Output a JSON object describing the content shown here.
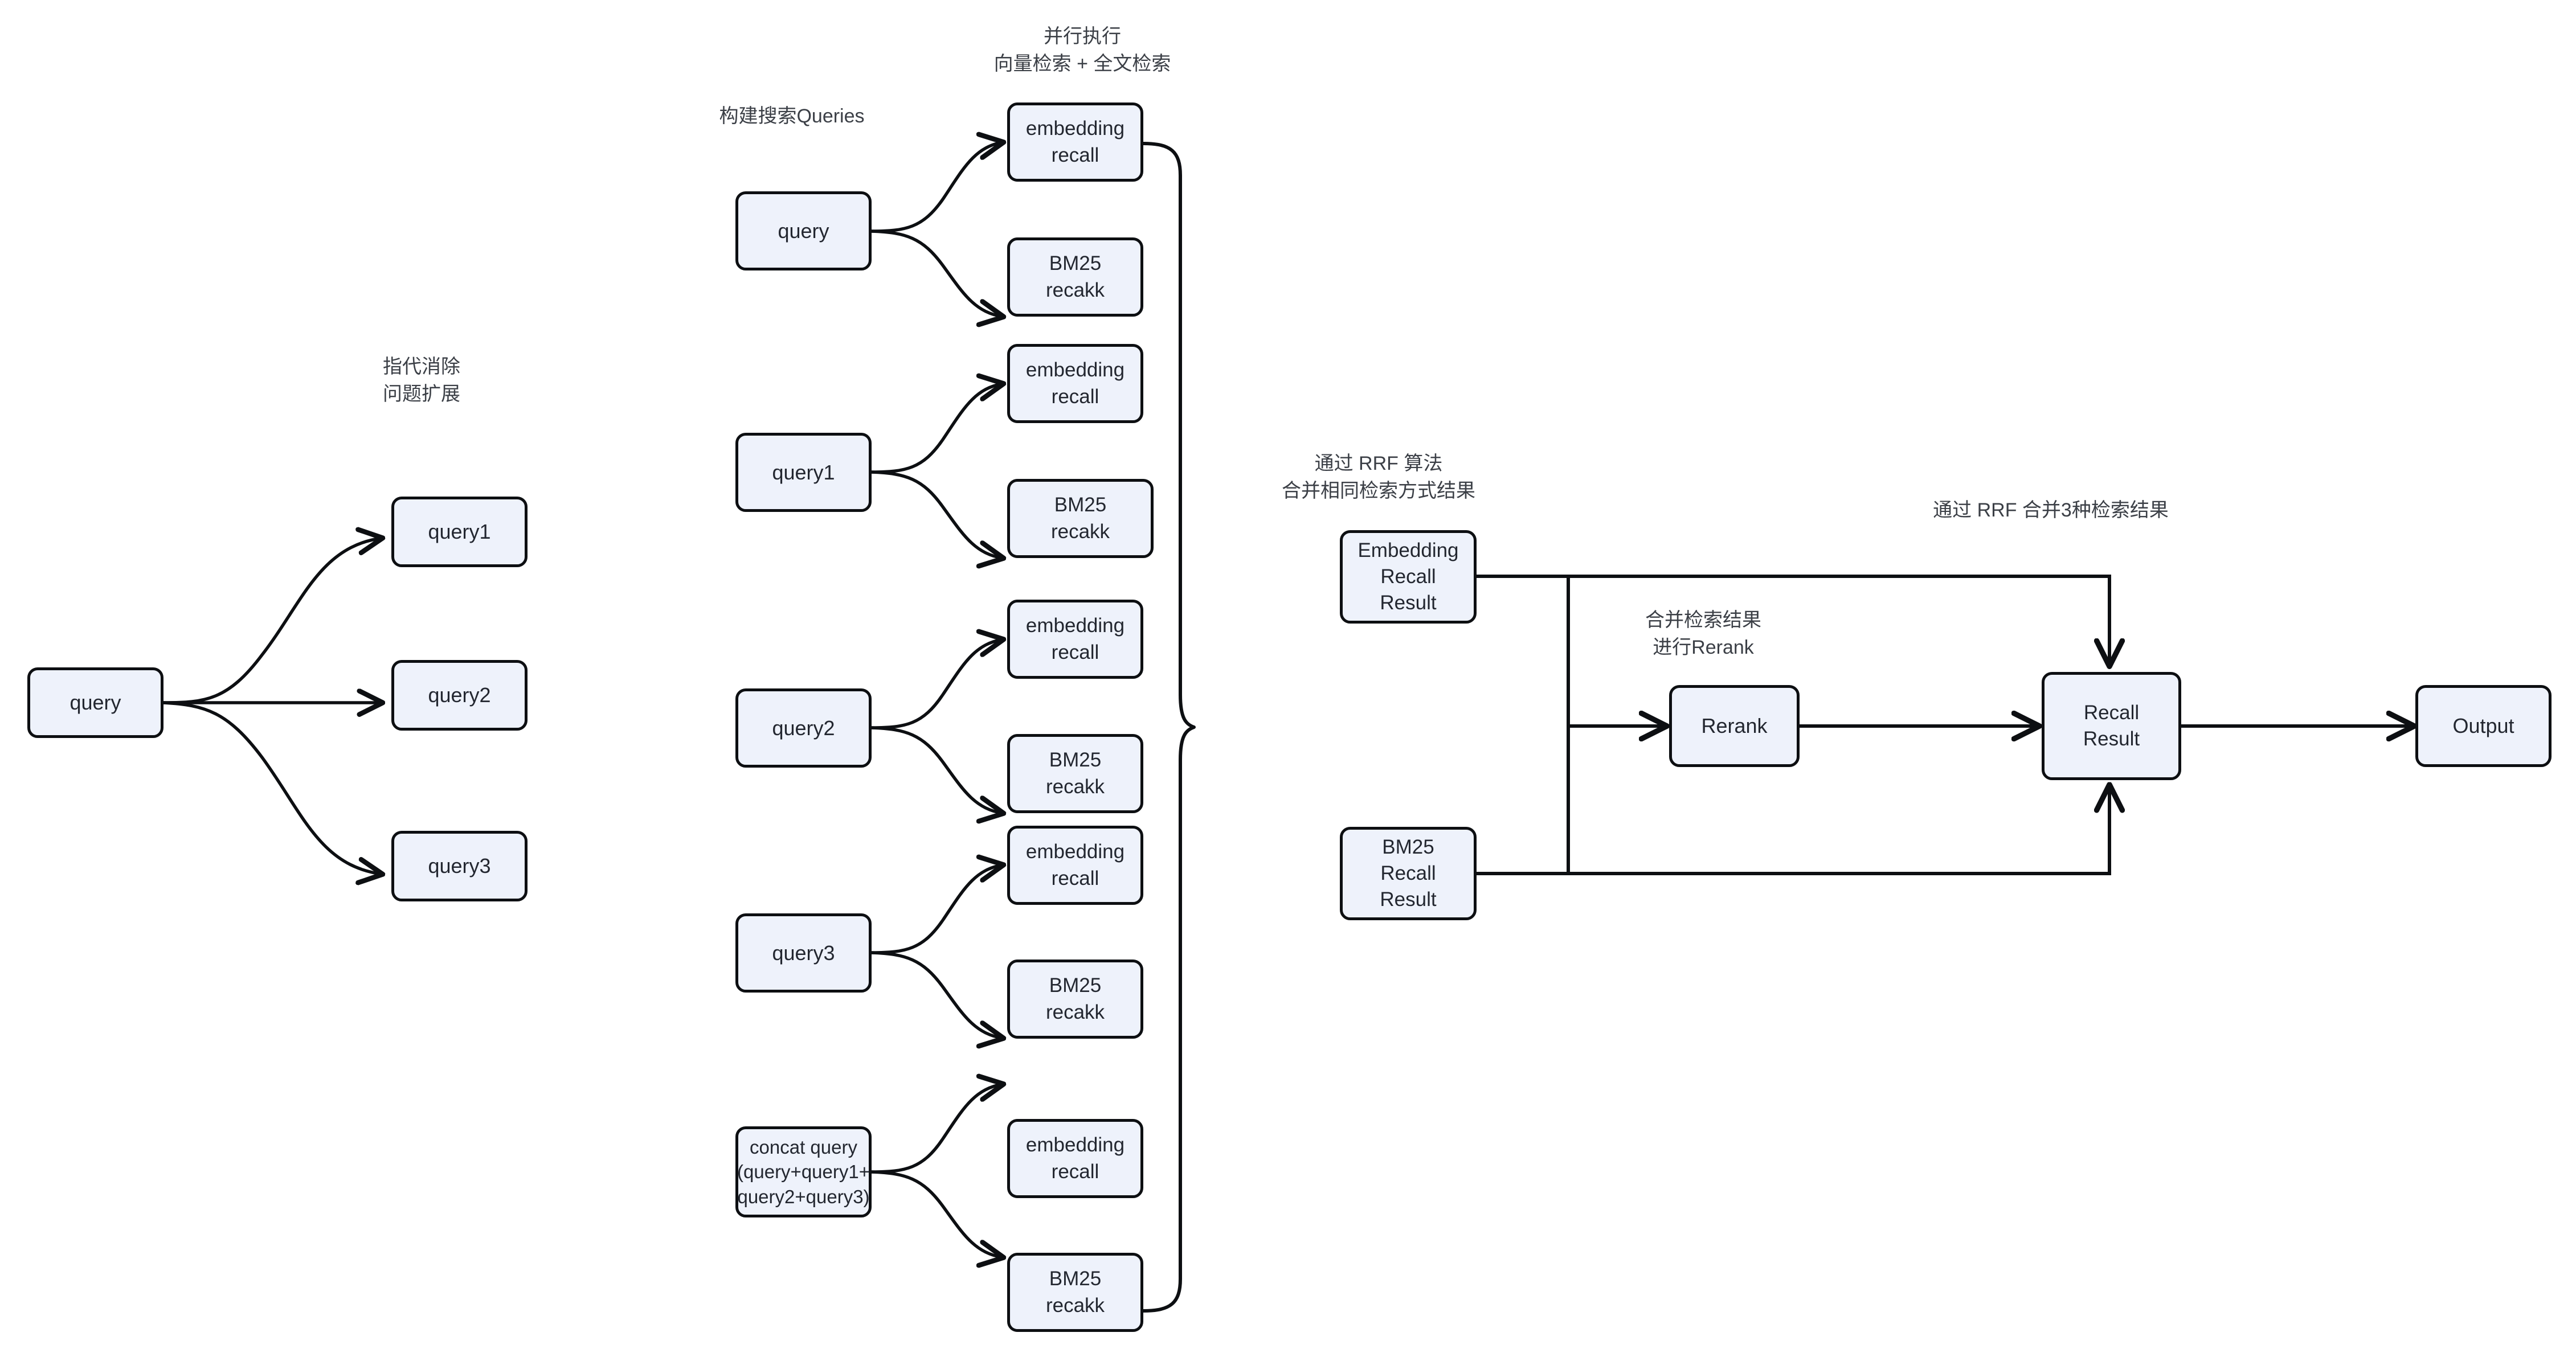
{
  "diagram": {
    "title": "RAG hybrid retrieval pipeline",
    "colors": {
      "node_fill": "#eef2fb",
      "node_stroke": "#0d0f12",
      "edge": "#0d0f12",
      "text": "#232730",
      "caption": "#3b3f46",
      "background": "#ffffff"
    },
    "captions": [
      {
        "id": "query-rewrite",
        "text": "指代消除\n问题扩展"
      },
      {
        "id": "build-queries",
        "text": "构建搜索Queries"
      },
      {
        "id": "parallel-exec",
        "text": "并行执行\n向量检索 + 全文检索"
      },
      {
        "id": "rrf-same-method",
        "text": "通过 RRF 算法\n合并相同检索方式结果"
      },
      {
        "id": "merge-rerank",
        "text": "合并检索结果\n进行Rerank"
      },
      {
        "id": "rrf-three-results",
        "text": "通过 RRF 合并3种检索结果"
      }
    ],
    "stage1": {
      "source": {
        "id": "s1-query",
        "label": "query"
      },
      "targets": [
        {
          "id": "s1-query1",
          "label": "query1"
        },
        {
          "id": "s1-query2",
          "label": "query2"
        },
        {
          "id": "s1-query3",
          "label": "query3"
        }
      ]
    },
    "stage2": {
      "groups": [
        {
          "id": "g-query",
          "source": {
            "id": "s2-query",
            "label": "query"
          },
          "targets": [
            {
              "id": "s2-query-emb",
              "label": "embedding\nrecall"
            },
            {
              "id": "s2-query-bm25",
              "label": "BM25\nrecakk"
            }
          ]
        },
        {
          "id": "g-query1",
          "source": {
            "id": "s2-query1",
            "label": "query1"
          },
          "targets": [
            {
              "id": "s2-query1-emb",
              "label": "embedding\nrecall"
            },
            {
              "id": "s2-query1-bm25",
              "label": "BM25\nrecakk"
            }
          ]
        },
        {
          "id": "g-query2",
          "source": {
            "id": "s2-query2",
            "label": "query2"
          },
          "targets": [
            {
              "id": "s2-query2-emb",
              "label": "embedding\nrecall"
            },
            {
              "id": "s2-query2-bm25",
              "label": "BM25\nrecakk"
            }
          ]
        },
        {
          "id": "g-query3",
          "source": {
            "id": "s2-query3",
            "label": "query3"
          },
          "targets": [
            {
              "id": "s2-query3-emb",
              "label": "embedding\nrecall"
            },
            {
              "id": "s2-query3-bm25",
              "label": "BM25\nrecakk"
            }
          ]
        },
        {
          "id": "g-concat",
          "source": {
            "id": "s2-concat",
            "label": "concat query\n(query+query1+\nquery2+query3)"
          },
          "targets": [
            {
              "id": "s2-concat-emb",
              "label": "embedding\nrecall"
            },
            {
              "id": "s2-concat-bm25",
              "label": "BM25\nrecakk"
            }
          ]
        }
      ]
    },
    "stage3": {
      "embedding_recall_result": {
        "id": "emb-recall-result",
        "label": "Embedding\nRecall\nResult"
      },
      "bm25_recall_result": {
        "id": "bm25-recall-result",
        "label": "BM25\nRecall\nResult"
      },
      "rerank": {
        "id": "rerank",
        "label": "Rerank"
      },
      "recall_result": {
        "id": "recall-result",
        "label": "Recall\nResult"
      },
      "output": {
        "id": "output",
        "label": "Output"
      }
    }
  }
}
